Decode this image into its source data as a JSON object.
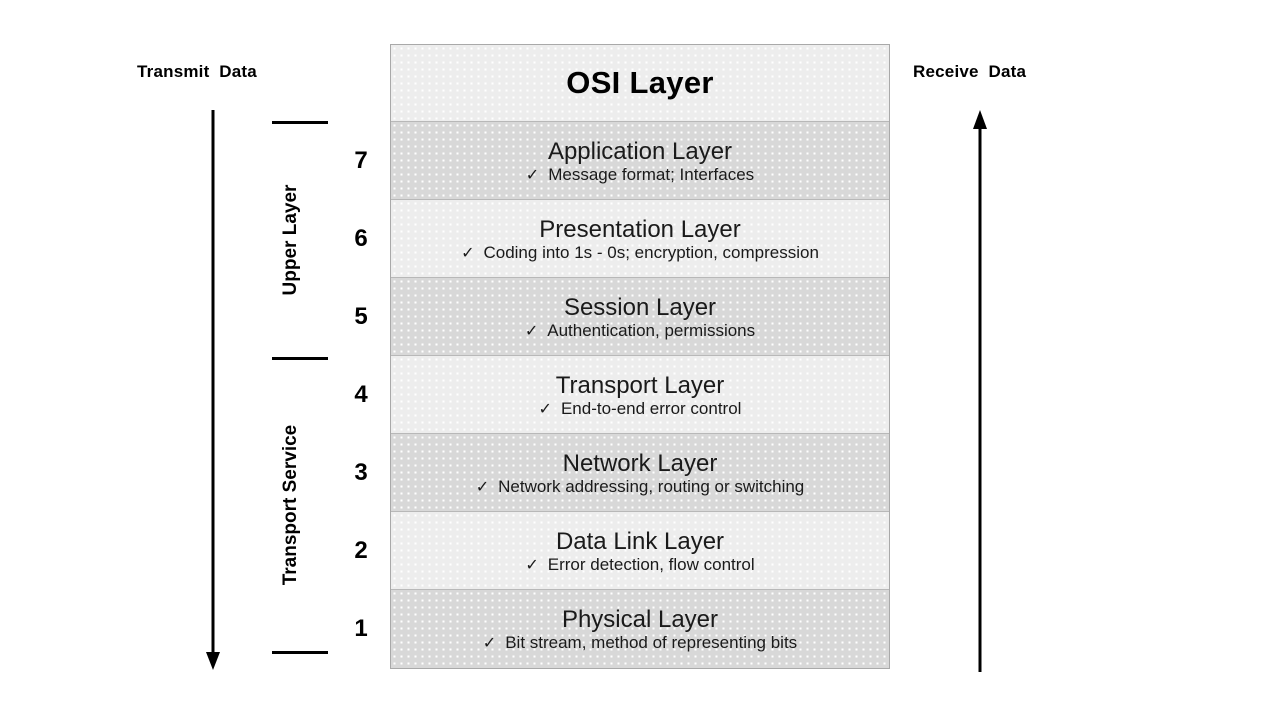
{
  "diagram": {
    "title": "OSI Layer",
    "left_flow_label": "Transmit  Data",
    "right_flow_label": "Receive  Data",
    "left_arrow_icon": "arrow-down-icon",
    "right_arrow_icon": "arrow-up-icon",
    "check_icon": "✓",
    "groups": [
      {
        "label": "Upper Layer",
        "layers": [
          7,
          6,
          5
        ]
      },
      {
        "label": "Transport Service",
        "layers": [
          4,
          3,
          2,
          1
        ]
      }
    ],
    "layer_numbers": [
      "7",
      "6",
      "5",
      "4",
      "3",
      "2",
      "1"
    ],
    "layers": [
      {
        "number": "7",
        "name": "Application Layer",
        "description": "Message format;  Interfaces",
        "shade": "dark"
      },
      {
        "number": "6",
        "name": "Presentation Layer",
        "description": "Coding into 1s - 0s; encryption, compression",
        "shade": "light"
      },
      {
        "number": "5",
        "name": "Session Layer",
        "description": "Authentication, permissions",
        "shade": "dark"
      },
      {
        "number": "4",
        "name": "Transport Layer",
        "description": "End-to-end error control",
        "shade": "light"
      },
      {
        "number": "3",
        "name": "Network Layer",
        "description": "Network addressing, routing or switching",
        "shade": "dark"
      },
      {
        "number": "2",
        "name": "Data Link Layer",
        "description": "Error detection, flow control",
        "shade": "light"
      },
      {
        "number": "1",
        "name": "Physical Layer",
        "description": "Bit stream, method of representing bits",
        "shade": "dark"
      }
    ],
    "colors": {
      "row_dark": "#d8d8d8",
      "row_light": "#ededed",
      "border": "#b8b8b8",
      "text": "#1a1a1a",
      "arrow": "#000000"
    }
  }
}
